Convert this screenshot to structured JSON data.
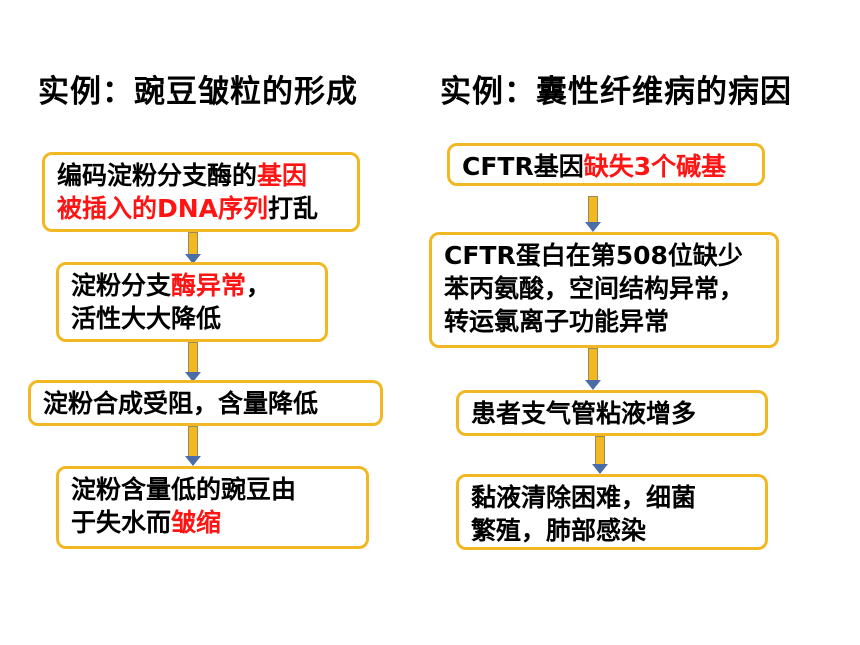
{
  "left": {
    "title": "实例：豌豆皱粒的形成",
    "box1": {
      "l1a": "编码淀粉分支酶的",
      "l1b": "基因",
      "l2a": "被插入的DNA序列",
      "l2b": "打乱"
    },
    "box2": {
      "l1a": "淀粉分支",
      "l1b": "酶异常",
      "l1c": "，",
      "l2": "活性大大降低"
    },
    "box3": {
      "l1": "淀粉合成受阻，含量降低"
    },
    "box4": {
      "l1": "淀粉含量低的豌豆由",
      "l2a": "于失水而",
      "l2b": "皱缩"
    }
  },
  "right": {
    "title": "实例：囊性纤维病的病因",
    "box1": {
      "l1a": "CFTR基因",
      "l1b": "缺失3个碱基"
    },
    "box2": {
      "l1": "CFTR蛋白在第508位缺少",
      "l2": "苯丙氨酸，空间结构异常，",
      "l3": "转运氯离子功能异常"
    },
    "box3": {
      "l1": "患者支气管粘液增多"
    },
    "box4": {
      "l1": "黏液清除困难，细菌",
      "l2": "繁殖，肺部感染"
    }
  },
  "colors": {
    "box_border": "#F2B824",
    "highlight": "#FF1414",
    "arrow_head": "#4A6DA7"
  }
}
